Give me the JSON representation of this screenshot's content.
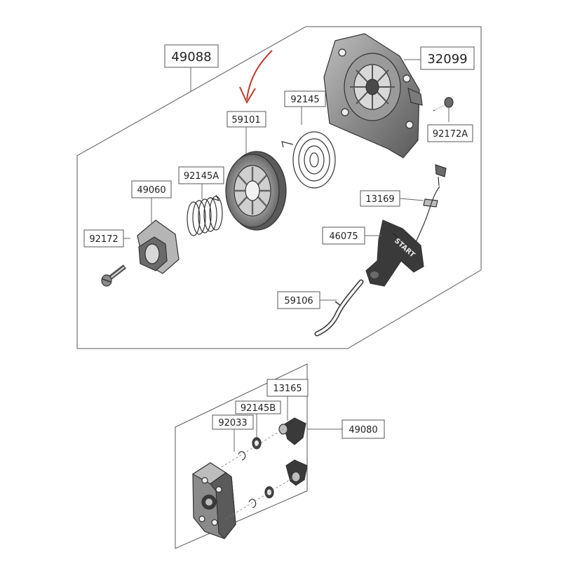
{
  "colors": {
    "line": "#555555",
    "part_stroke": "#333333",
    "part_dark": "#3a3a3a",
    "part_mid": "#8a8a8a",
    "part_light": "#cfcfcf",
    "arrow": "#c0392b"
  },
  "upper_assembly": {
    "assembly_number": "49088",
    "labels": {
      "p32099": "32099",
      "p59101": "59101",
      "p92145": "92145",
      "p92172A": "92172A",
      "p92145A": "92145A",
      "p49060": "49060",
      "p13169": "13169",
      "p92172": "92172",
      "p46075": "46075",
      "p59106": "59106"
    },
    "handle_text": "START"
  },
  "lower_assembly": {
    "assembly_number": "49080",
    "labels": {
      "p13165": "13165",
      "p92145B": "92145B",
      "p92033": "92033"
    }
  }
}
